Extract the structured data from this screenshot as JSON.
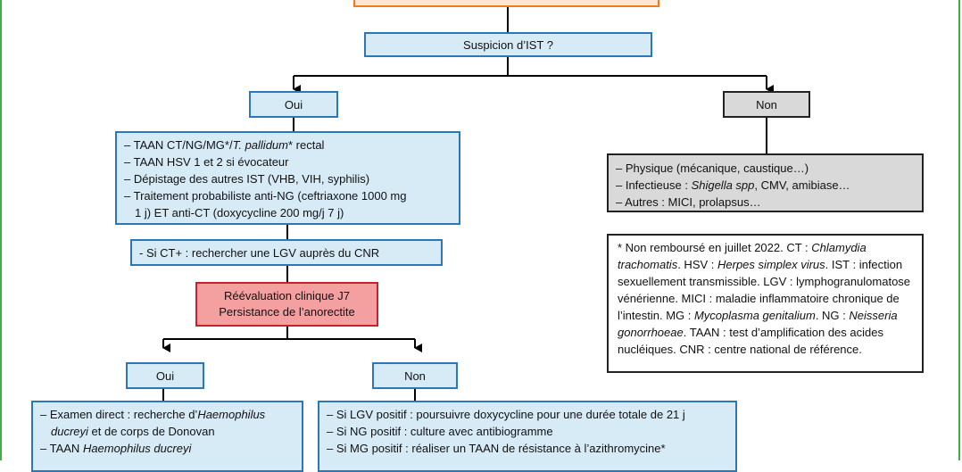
{
  "nodes": {
    "suspicion": "Suspicion d’IST ?",
    "oui_1": "Oui",
    "non_1": "Non",
    "oui_2": "Oui",
    "non_2": "Non",
    "reevaluation_line1": "Réévaluation clinique J7",
    "reevaluation_line2": "Persistance de l’anorectite",
    "cnr_box": "- Si CT+ : rechercher une LGV auprès du CNR"
  },
  "oui_actions": {
    "l1_prefix": "– TAAN CT/NG/MG*/",
    "l1_italic": "T. pallidum",
    "l1_suffix": "* rectal",
    "l2": "– TAAN HSV 1 et 2 si évocateur",
    "l3": "– Dépistage des autres IST (VHB, VIH, syphilis)",
    "l4": "– Traitement probabiliste anti-NG (ceftriaxone 1000 mg",
    "l5": "1 j) ET anti-CT (doxycycline 200 mg/j 7 j)"
  },
  "non_causes": {
    "l1": "– Physique (mécanique, caustique…)",
    "l2_prefix": "– Infectieuse : ",
    "l2_italic": "Shigella spp",
    "l2_suffix": ", CMV, amibiase…",
    "l3": "– Autres : MICI, prolapsus…"
  },
  "footnote": {
    "p1": "* Non remboursé en juillet 2022. CT : ",
    "i1": "Chlamydia trachomatis",
    "p2": ". HSV : ",
    "i2": "Herpes simplex virus",
    "p3": ". IST : infection sexuellement transmissible. LGV : lymphogranulomatose vénérienne. MICI : maladie inflammatoire chronique de l’intestin. MG : ",
    "i3": "Mycoplasma genitalium",
    "p4": ". NG : ",
    "i4": "Neisseria gonorrhoeae",
    "p5": ". TAAN : test d’amplification des acides nucléiques. CNR : centre national de référence."
  },
  "oui_2_actions": {
    "l1_prefix": "– Examen direct : recherche d’",
    "l1_italic": "Haemophilus",
    "l2_italic": "ducreyi",
    "l2_suffix": " et de corps de Donovan",
    "l3_prefix": "– TAAN ",
    "l3_italic": "Haemophilus ducreyi"
  },
  "non_2_actions": {
    "l1": "– Si LGV positif : poursuivre doxycycline pour une durée totale de 21 j",
    "l2": "– Si NG positif : culture avec antibiogramme",
    "l3": "– Si MG positif : réaliser un TAAN de résistance à l’azithromycine*"
  },
  "colors": {
    "frame_green": "#3fae49",
    "box_blue_border": "#2b77b7",
    "box_blue_fill": "#d7ebf7",
    "grey_fill": "#d9d9d9",
    "red_fill": "#f4a0a0",
    "red_border": "#c8202f",
    "orange_border": "#f07b1e"
  }
}
